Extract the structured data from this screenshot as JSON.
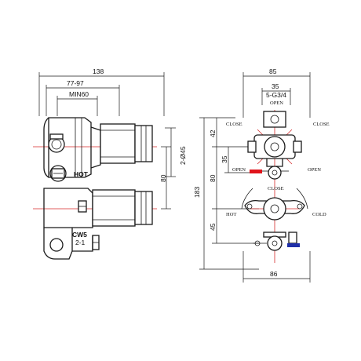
{
  "side_view": {
    "dim_overall": "138",
    "dim_range": "77-97",
    "dim_min": "MIN60",
    "dim_dia": "2-Ø45",
    "dim_spacing": "80",
    "label_hot": "HOT",
    "label_cw": "CW5",
    "label_cw_sub": "2-1"
  },
  "front_view": {
    "dim_top_width": "85",
    "dim_inner_width": "35",
    "thread": "5-G3/4",
    "label_open_top": "OPEN",
    "label_close_left": "CLOSE",
    "label_close_right": "CLOSE",
    "label_open_left": "OPEN",
    "label_open_right": "OPEN",
    "label_close_mid": "CLOSE",
    "label_hot": "HOT",
    "label_cold": "COLD",
    "dim_42": "42",
    "dim_35": "35",
    "dim_80": "80",
    "dim_45": "45",
    "dim_183": "183",
    "dim_bottom_width": "86"
  },
  "colors": {
    "hot": "#e0141b",
    "cold": "#1f2fa8",
    "centerline": "#d62a2a",
    "line": "#1a1a1a"
  }
}
